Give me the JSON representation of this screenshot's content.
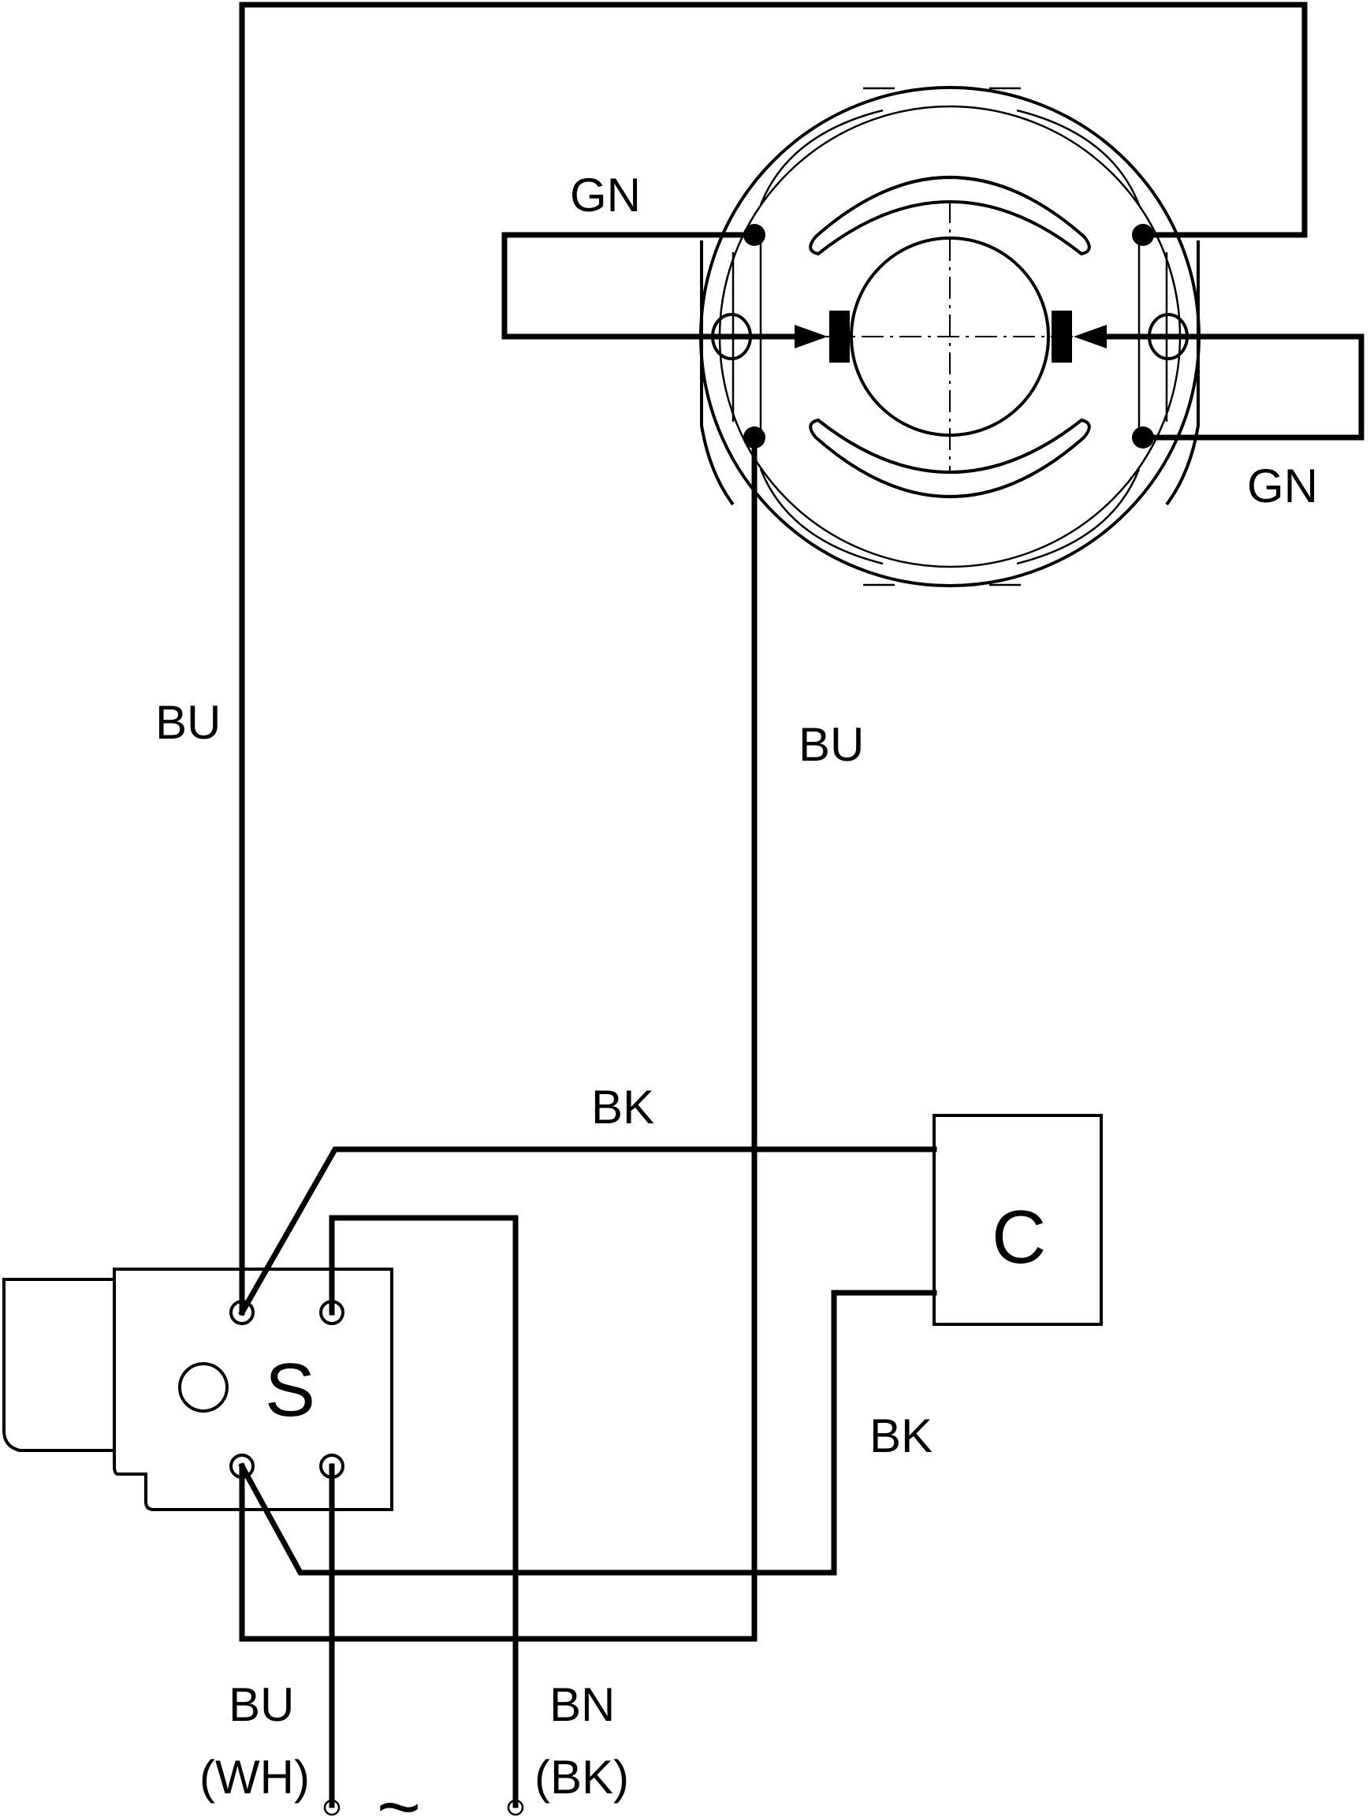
{
  "labels": {
    "gn_top": "GN",
    "gn_right": "GN",
    "bu_left": "BU",
    "bu_middle": "BU",
    "bk_top": "BK",
    "bk_right": "BK",
    "capacitor": "C",
    "switch": "S",
    "supply_left_color": "BU",
    "supply_left_alt": "(WH)",
    "supply_right_color": "BN",
    "supply_right_alt": "(BK)",
    "ac_symbol": "~"
  }
}
